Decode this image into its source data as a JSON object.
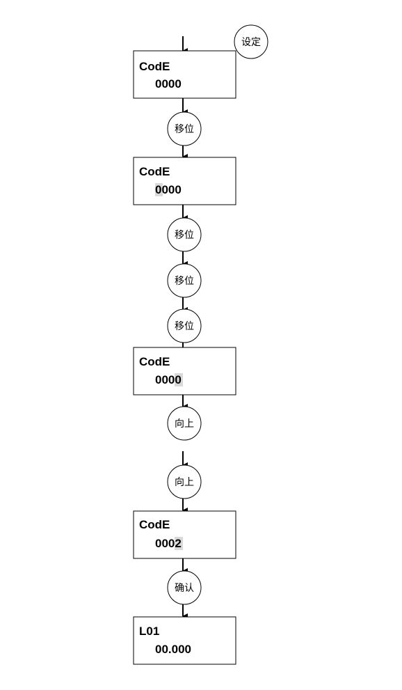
{
  "boxes": [
    {
      "title": "CodE",
      "value": "0000"
    },
    {
      "title": "CodE",
      "value": "0000"
    },
    {
      "title": "CodE",
      "value": "0000"
    },
    {
      "title": "CodE",
      "value": "0002"
    },
    {
      "title": "L01",
      "value": "00.000"
    }
  ],
  "buttons": {
    "set": "设定",
    "shift": "移位",
    "up": "向上",
    "confirm": "确认"
  }
}
